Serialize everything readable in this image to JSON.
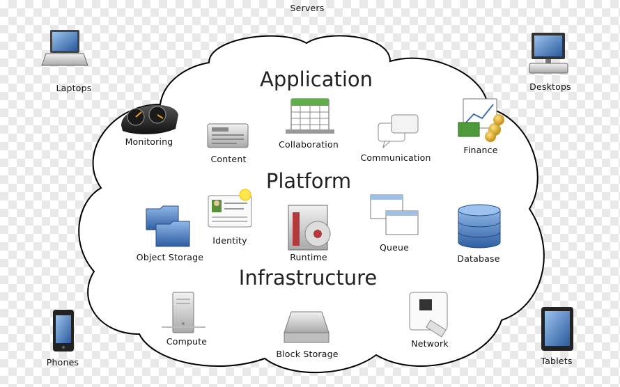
{
  "top_label": "Servers",
  "layers": {
    "application": "Application",
    "platform": "Platform",
    "infrastructure": "Infrastructure"
  },
  "clients": {
    "laptops": "Laptops",
    "desktops": "Desktops",
    "phones": "Phones",
    "tablets": "Tablets"
  },
  "application_items": {
    "monitoring": "Monitoring",
    "content": "Content",
    "collaboration": "Collaboration",
    "communication": "Communication",
    "finance": "Finance"
  },
  "platform_items": {
    "object_storage": "Object Storage",
    "identity": "Identity",
    "runtime": "Runtime",
    "queue": "Queue",
    "database": "Database"
  },
  "infrastructure_items": {
    "compute": "Compute",
    "block_storage": "Block Storage",
    "network": "Network"
  },
  "colors": {
    "cloud_fill": "#ffffff",
    "cloud_stroke": "#000000",
    "icon_blue": "#3e6fb0",
    "icon_gray": "#8c8c8c",
    "icon_green": "#3d8a2f",
    "icon_gold": "#d9a420"
  }
}
